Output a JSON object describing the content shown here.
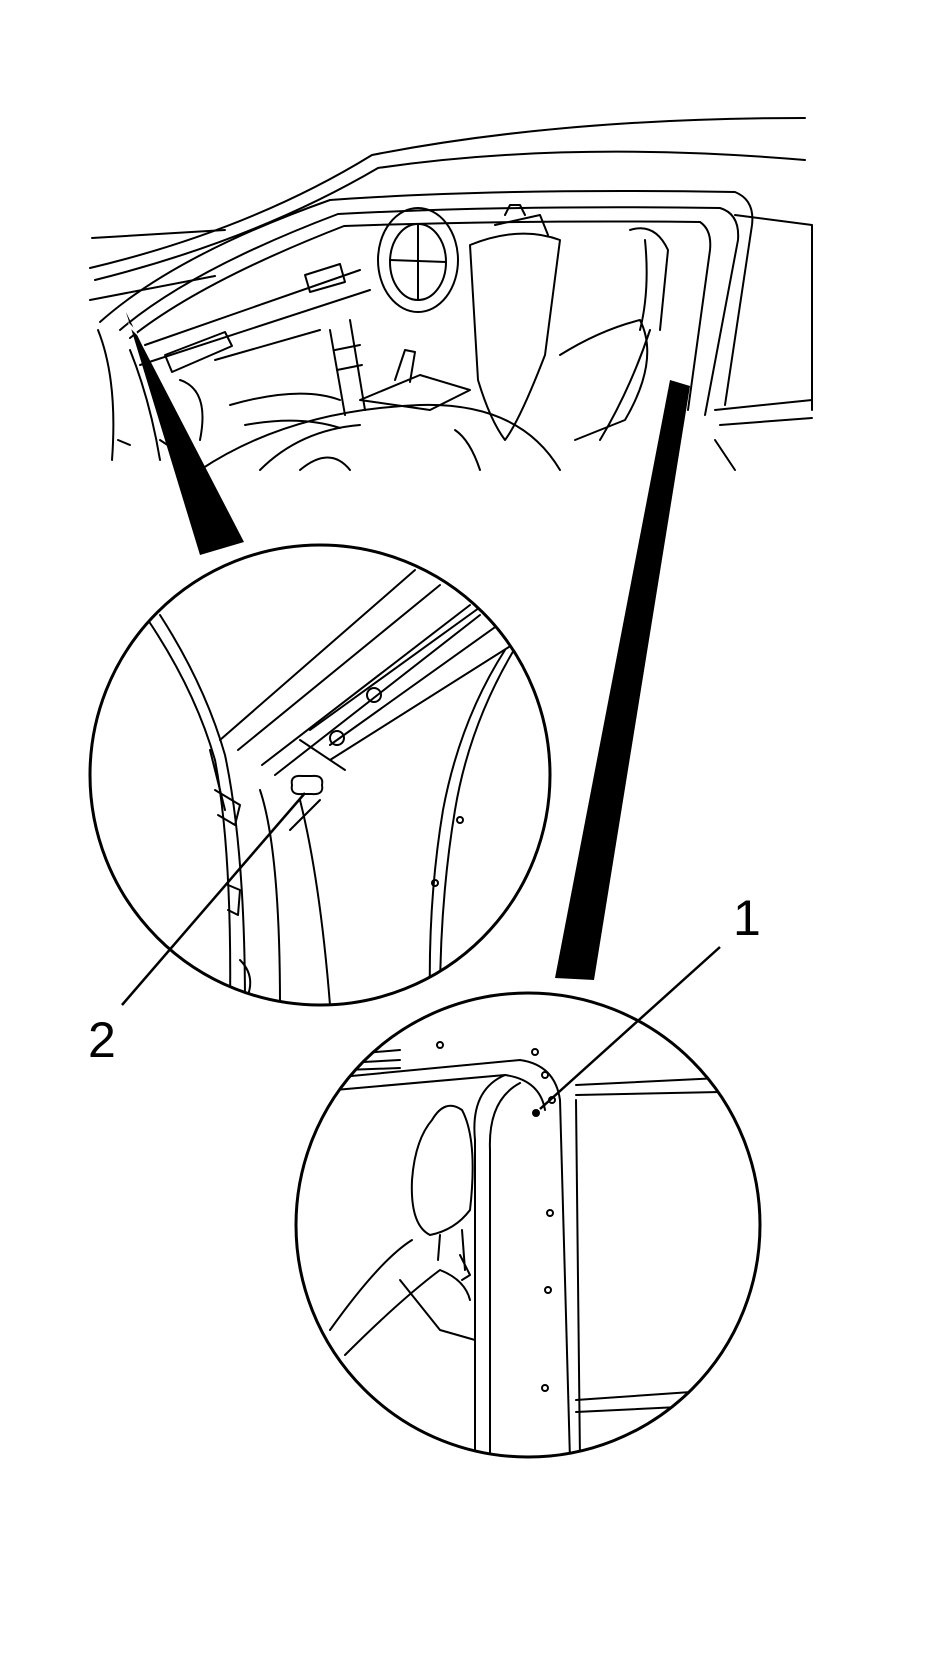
{
  "colors": {
    "line": "#000000",
    "background": "#ffffff"
  },
  "callouts": [
    {
      "id": "callout-1",
      "text": "1"
    },
    {
      "id": "callout-2",
      "text": "2"
    }
  ]
}
